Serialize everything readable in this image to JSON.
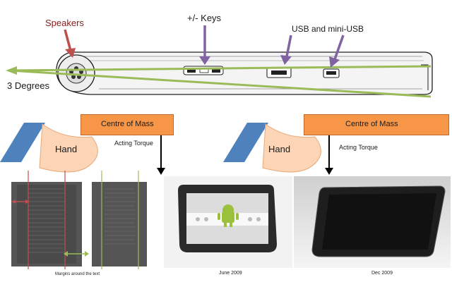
{
  "side_view": {
    "speakers_label": "Speakers",
    "keys_label": "+/- Keys",
    "usb_label": "USB and mini-USB",
    "angle_label": "3 Degrees"
  },
  "torque_left": {
    "hand_label": "Hand",
    "com_label": "Centre of Mass",
    "torque_label": "Acting Torque",
    "margins_caption": "Margins around the text"
  },
  "torque_right": {
    "hand_label": "Hand",
    "com_label": "Centre of Mass",
    "torque_label": "Acting Torque",
    "june_caption": "June 2009",
    "dec_caption": "Dec 2009"
  },
  "colors": {
    "arrow_purple": "#8064a2",
    "arrow_green": "#9bbb59",
    "arrow_red": "#c0504d",
    "box_orange": "#f79646",
    "hand_peach": "#fbd5b5",
    "hand_blue": "#4f81bd"
  }
}
